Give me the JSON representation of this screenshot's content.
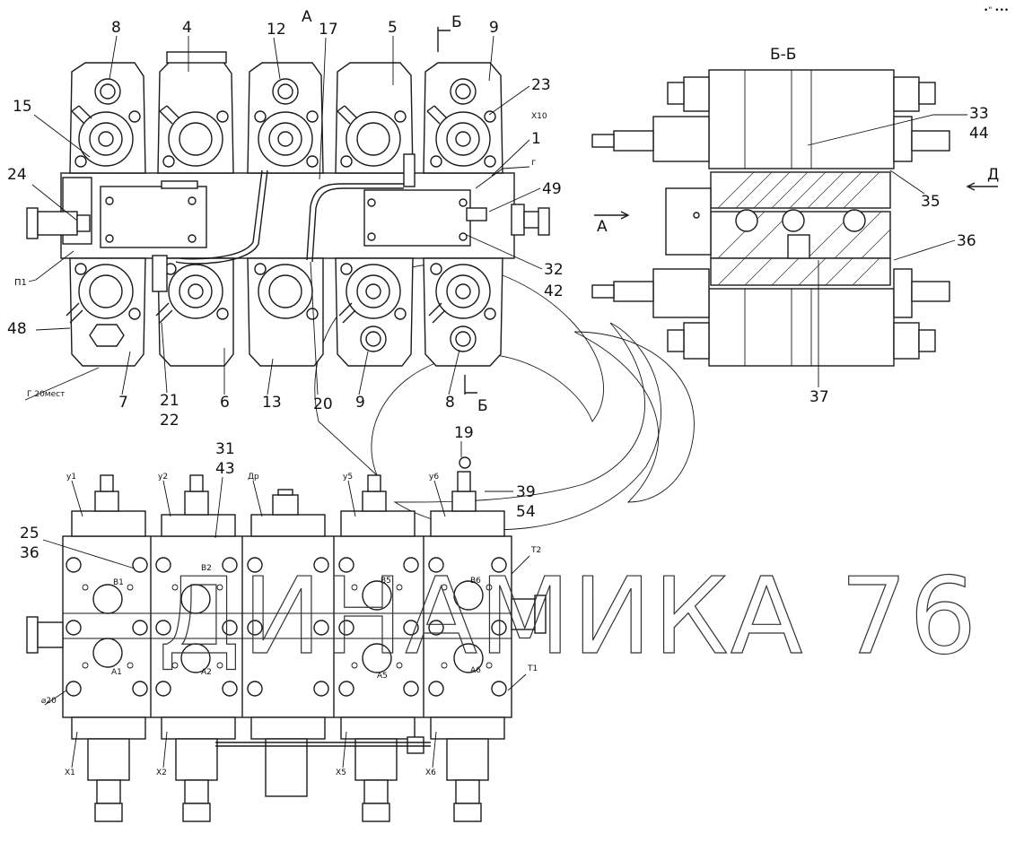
{
  "corner_mark": "•\" •••",
  "watermark": "ДИНАМИКА 76",
  "views": {
    "section_title": "Б-Б",
    "view_a": "А",
    "view_b_top": "Б",
    "view_b_bottom": "Б",
    "view_d": "Д"
  },
  "top_callouts": {
    "c8": "8",
    "c4": "4",
    "c12": "12",
    "c17": "17",
    "c5": "5",
    "c9": "9",
    "c23": "23",
    "c15": "15",
    "c1": "1",
    "c24": "24",
    "c49": "49",
    "c32": "32",
    "c42": "42",
    "c48": "48",
    "c7": "7",
    "c21": "21",
    "c22": "22",
    "c6": "6",
    "c13": "13",
    "c20": "20",
    "c9b": "9",
    "c8b": "8"
  },
  "top_labels": {
    "x10": "X10",
    "g": "г",
    "p1": "П1",
    "g20": "Г 20мест"
  },
  "section_callouts": {
    "c33": "33",
    "c44": "44",
    "c35": "35",
    "c36": "36",
    "c37": "37"
  },
  "bottom_callouts": {
    "c31": "31",
    "c43": "43",
    "c19": "19",
    "c25": "25",
    "c36b": "36",
    "c39": "39",
    "c54": "54"
  },
  "bottom_labels": {
    "y1": "у1",
    "y2": "у2",
    "dr": "Др",
    "y5": "у5",
    "y6": "у6",
    "t2": "T2",
    "t1": "T1",
    "b1": "B1",
    "b2": "B2",
    "b5": "B5",
    "b6": "B6",
    "a1": "A1",
    "a2": "A2",
    "a5": "A5",
    "a6": "A6",
    "x1": "X1",
    "x2": "X2",
    "x5": "X5",
    "x6": "X6",
    "d20": "⌀20"
  }
}
